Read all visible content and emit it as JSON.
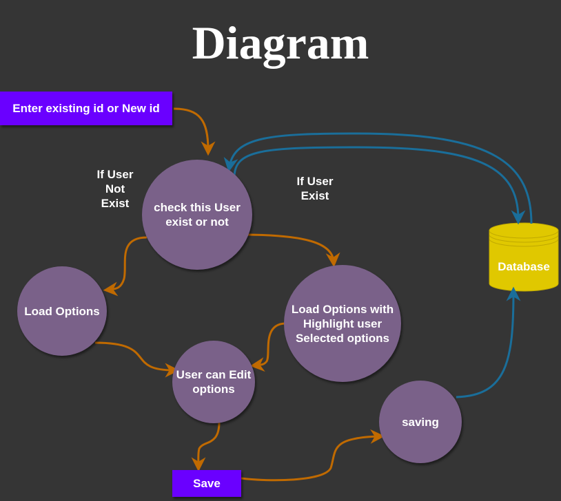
{
  "title": "Diagram",
  "nodes": {
    "enter_id": "Enter existing id or New id",
    "check_user": "check this User\nexist or not",
    "load_options": "Load Options",
    "load_highlight": "Load Options with\nHighlight user\nSelected options",
    "user_edit": "User can Edit\noptions",
    "save": "Save",
    "saving": "saving",
    "database": "Database"
  },
  "labels": {
    "if_not_exist": "If User\nNot\nExist",
    "if_exist": "If User\nExist"
  },
  "colors": {
    "background": "#353535",
    "circle": "#7a6189",
    "rect": "#6a00ff",
    "database": "#e0c800",
    "orange_arrow": "#c06a00",
    "blue_arrow": "#1a6e9a"
  }
}
